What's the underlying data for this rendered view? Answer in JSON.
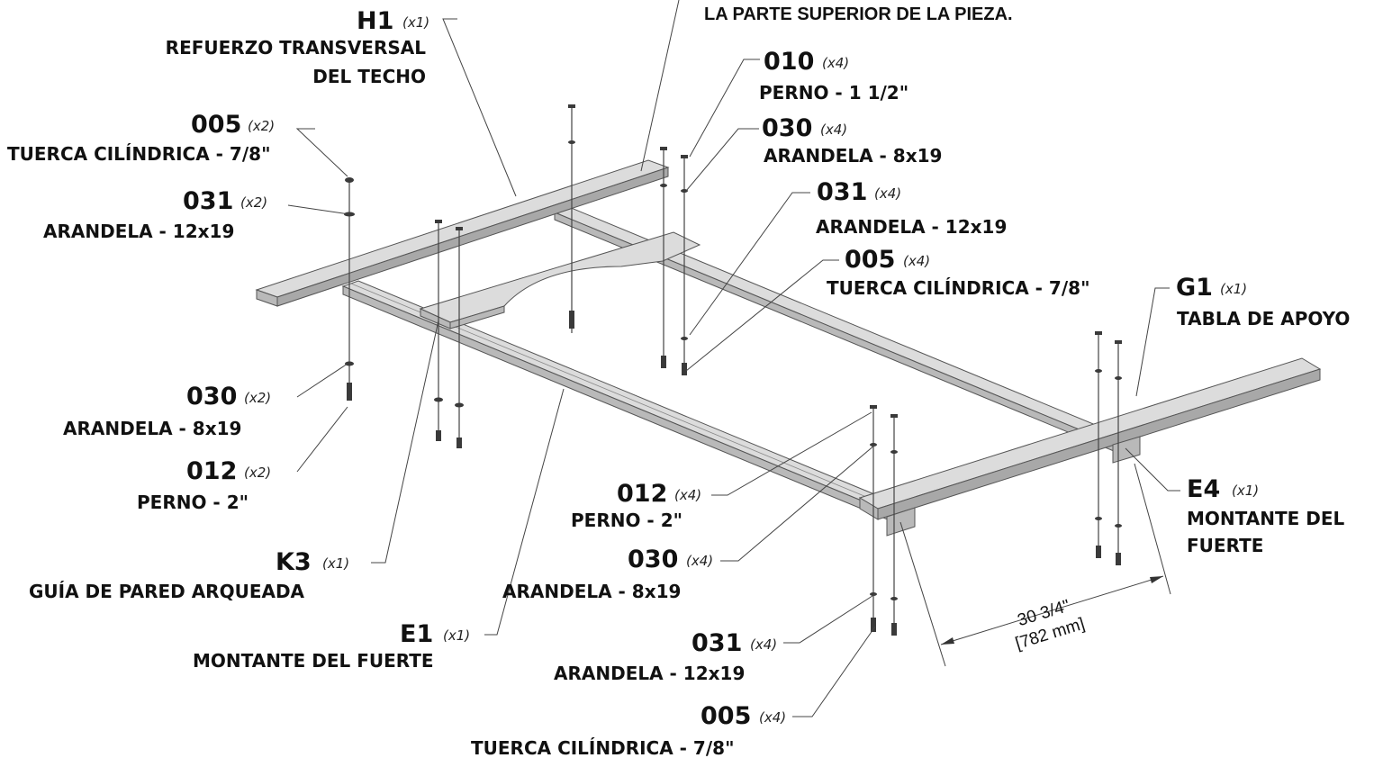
{
  "note": "LA PARTE SUPERIOR DE LA PIEZA.",
  "parts": {
    "h1": {
      "code": "H1",
      "qty": "(x1)",
      "desc": [
        "REFUERZO TRANSVERSAL",
        "DEL TECHO"
      ]
    },
    "n005_left": {
      "code": "005",
      "qty": "(x2)",
      "desc": [
        "TUERCA CILÍNDRICA - 7/8\""
      ]
    },
    "n031_left": {
      "code": "031",
      "qty": "(x2)",
      "desc": [
        "ARANDELA - 12x19"
      ]
    },
    "n030_left": {
      "code": "030",
      "qty": "(x2)",
      "desc": [
        "ARANDELA - 8x19"
      ]
    },
    "n012_left": {
      "code": "012",
      "qty": "(x2)",
      "desc": [
        "PERNO - 2\""
      ]
    },
    "k3": {
      "code": "K3",
      "qty": "(x1)",
      "desc": [
        "GUÍA DE PARED ARQUEADA"
      ]
    },
    "e1": {
      "code": "E1",
      "qty": "(x1)",
      "desc": [
        "MONTANTE DEL FUERTE"
      ]
    },
    "n010": {
      "code": "010",
      "qty": "(x4)",
      "desc": [
        "PERNO - 1 1/2\""
      ]
    },
    "n030_tr": {
      "code": "030",
      "qty": "(x4)",
      "desc": [
        "ARANDELA - 8x19"
      ]
    },
    "n031_tr": {
      "code": "031",
      "qty": "(x4)",
      "desc": [
        "ARANDELA - 12x19"
      ]
    },
    "n005_tr": {
      "code": "005",
      "qty": "(x4)",
      "desc": [
        "TUERCA CILÍNDRICA - 7/8\""
      ]
    },
    "g1": {
      "code": "G1",
      "qty": "(x1)",
      "desc": [
        "TABLA DE APOYO"
      ]
    },
    "e4": {
      "code": "E4",
      "qty": "(x1)",
      "desc": [
        "MONTANTE DEL",
        "FUERTE"
      ]
    },
    "n012_c": {
      "code": "012",
      "qty": "(x4)",
      "desc": [
        "PERNO - 2\""
      ]
    },
    "n030_c": {
      "code": "030",
      "qty": "(x4)",
      "desc": [
        "ARANDELA - 8x19"
      ]
    },
    "n031_c": {
      "code": "031",
      "qty": "(x4)",
      "desc": [
        "ARANDELA - 12x19"
      ]
    },
    "n005_c": {
      "code": "005",
      "qty": "(x4)",
      "desc": [
        "TUERCA CILÍNDRICA - 7/8\""
      ]
    }
  },
  "dimension": {
    "imperial": "30 3/4\"",
    "metric": "[782 mm]"
  }
}
